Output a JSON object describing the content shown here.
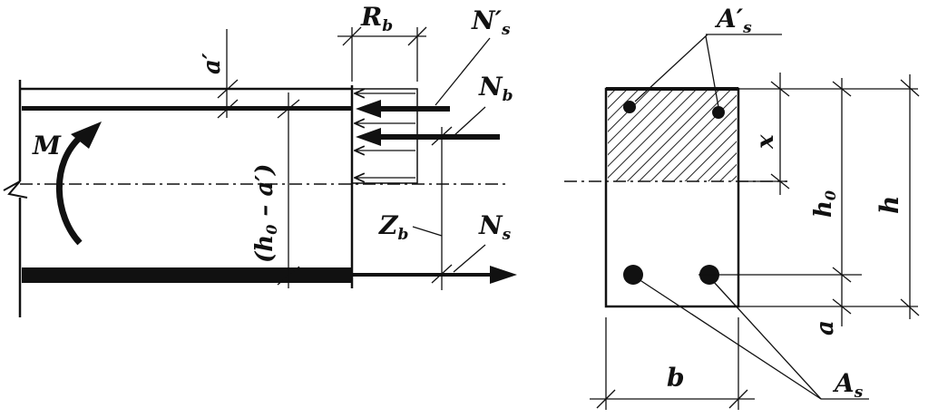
{
  "labels": {
    "a_prime": "a′",
    "R_b": "R",
    "R_b_sub": "b",
    "N_s_prime": "N′",
    "N_s_prime_sub": "s",
    "N_b": "N",
    "N_b_sub": "b",
    "M": "M",
    "h0_minus_a_prime": "(h",
    "h0_minus_a_prime_sub": "0",
    "h0_minus_a_prime_tail": " – a′)",
    "Z_b": "Z",
    "Z_b_sub": "b",
    "N_s": "N",
    "N_s_sub": "s",
    "A_s_prime": "A′",
    "A_s_prime_sub": "s",
    "x": "x",
    "h0": "h",
    "h0_sub": "0",
    "h": "h",
    "a": "a",
    "b": "b",
    "A_s": "A",
    "A_s_sub": "s"
  }
}
